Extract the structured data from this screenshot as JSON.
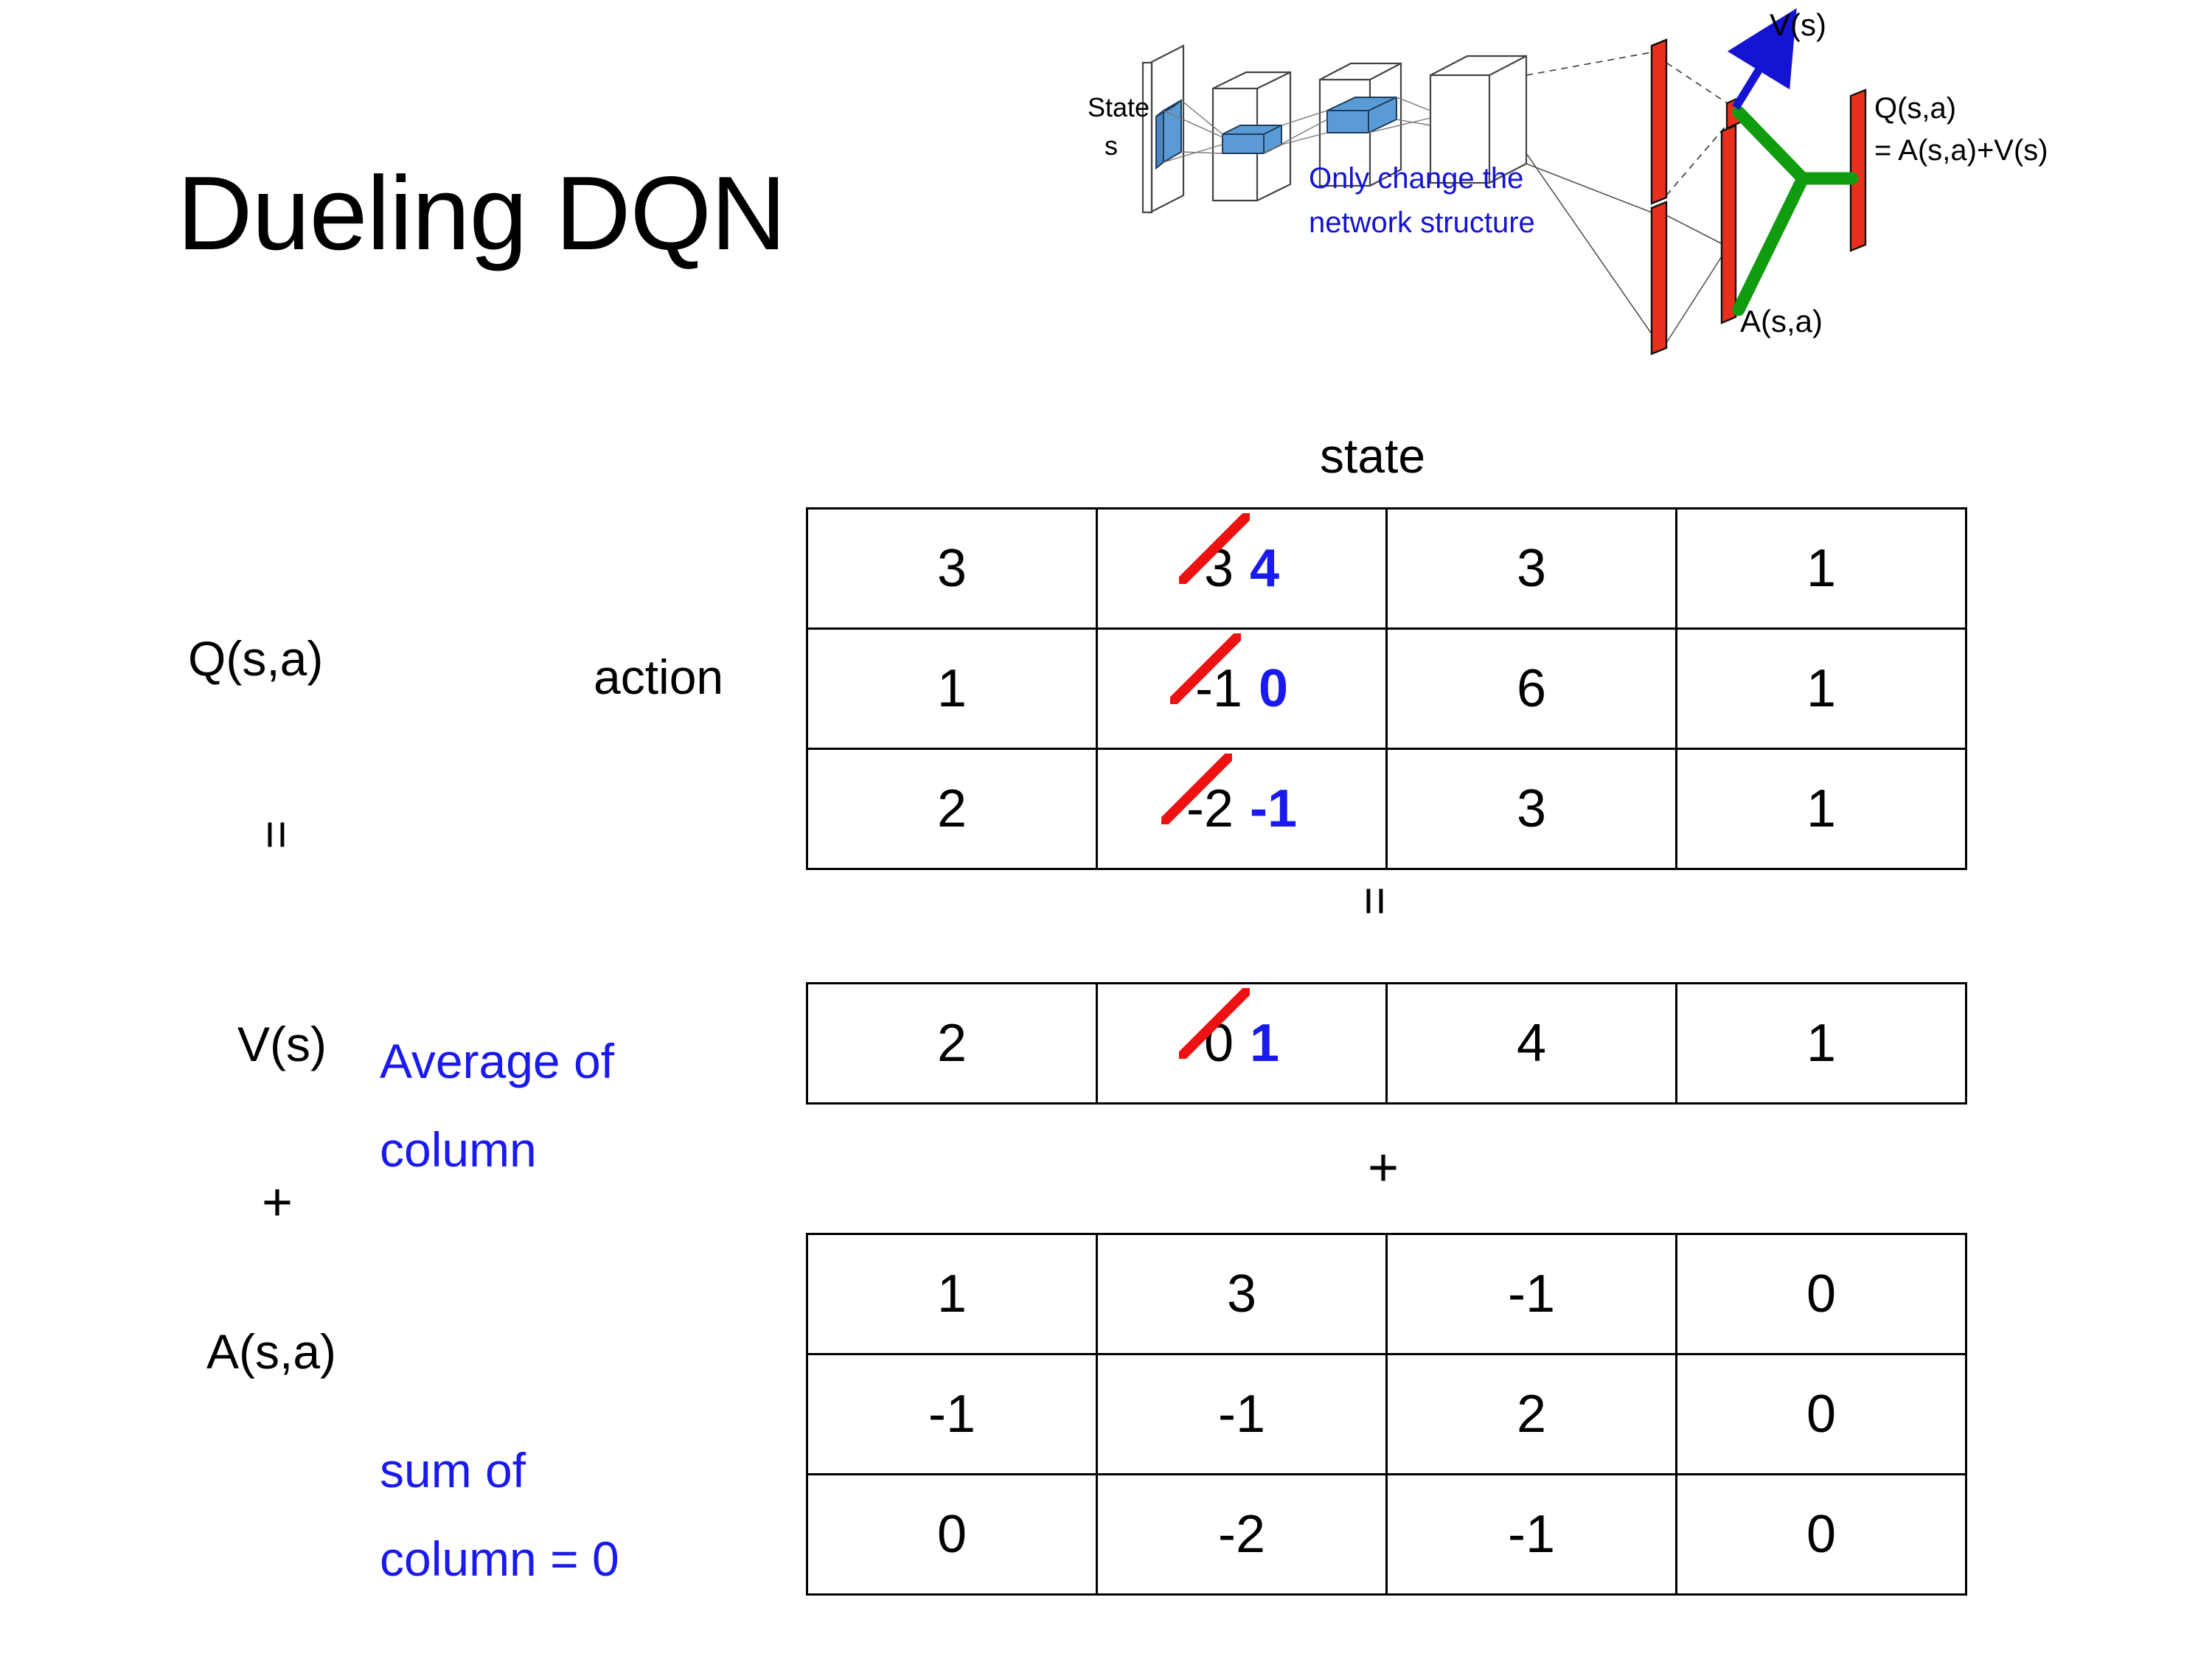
{
  "slide": {
    "title": "Dueling DQN"
  },
  "figure": {
    "name": "dueling-network-architecture",
    "state_label_line1": "State",
    "state_label_line2": "s",
    "note_line1": "Only change the",
    "note_line2": "network structure",
    "value_label": "V(s)",
    "advantage_label": "A(s,a)",
    "q_label_line1": "Q(s,a)",
    "q_label_line2": "= A(s,a)+V(s)",
    "colors": {
      "note": "#1414d2",
      "arrow": "#1414d2",
      "bars": "#e8301c",
      "merge": "#0f9c0f",
      "filters": "#5b9bd5"
    }
  },
  "labels": {
    "state_axis": "state",
    "action_axis": "action",
    "q_label": "Q(s,a)",
    "v_label": "V(s)",
    "a_label": "A(s,a)",
    "equals_q_v": "=",
    "plus_v_a": "+",
    "equals_mid": "=",
    "plus_mid": "+",
    "note_avg_line1": "Average of",
    "note_avg_line2": "column",
    "note_sum_line1": "sum of",
    "note_sum_line2": "column = 0",
    "note_color": "#1a1aee"
  },
  "chart_data": {
    "type": "table",
    "title": "Dueling DQN decomposition Q(s,a) = V(s) + A(s,a)",
    "xlabel": "state",
    "ylabel": "action",
    "tables": [
      {
        "name": "Q(s,a)",
        "rows": [
          [
            {
              "value": "3"
            },
            {
              "value": "3",
              "struck": true,
              "replacement": "4"
            },
            {
              "value": "3"
            },
            {
              "value": "1"
            }
          ],
          [
            {
              "value": "1"
            },
            {
              "value": "-1",
              "struck": true,
              "replacement": "0"
            },
            {
              "value": "6"
            },
            {
              "value": "1"
            }
          ],
          [
            {
              "value": "2"
            },
            {
              "value": "-2",
              "struck": true,
              "replacement": "-1"
            },
            {
              "value": "3"
            },
            {
              "value": "1"
            }
          ]
        ]
      },
      {
        "name": "V(s)",
        "rows": [
          [
            {
              "value": "2"
            },
            {
              "value": "0",
              "struck": true,
              "replacement": "1"
            },
            {
              "value": "4"
            },
            {
              "value": "1"
            }
          ]
        ]
      },
      {
        "name": "A(s,a)",
        "rows": [
          [
            {
              "value": "1"
            },
            {
              "value": "3"
            },
            {
              "value": "-1"
            },
            {
              "value": "0"
            }
          ],
          [
            {
              "value": "-1"
            },
            {
              "value": "-1"
            },
            {
              "value": "2"
            },
            {
              "value": "0"
            }
          ],
          [
            {
              "value": "0"
            },
            {
              "value": "-2"
            },
            {
              "value": "-1"
            },
            {
              "value": "0"
            }
          ]
        ]
      }
    ]
  }
}
